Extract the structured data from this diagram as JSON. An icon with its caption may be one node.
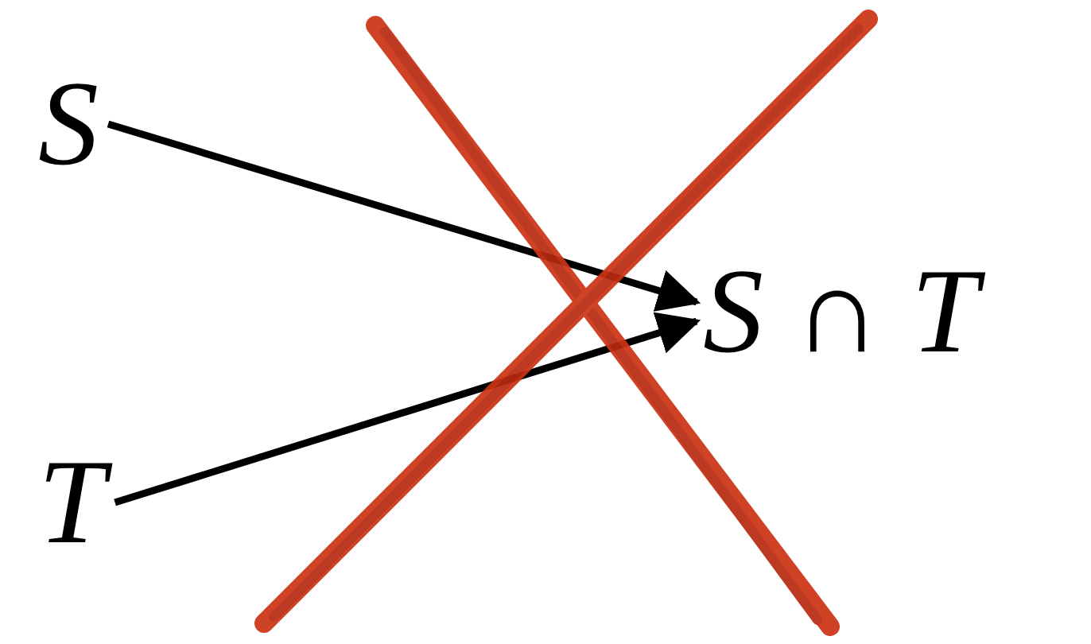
{
  "diagram": {
    "nodes": [
      {
        "text": [
          "S"
        ]
      },
      {
        "text": [
          "T"
        ]
      },
      {
        "text": [
          "*S* ∩ *T*"
        ]
      }
    ],
    "edges": [
      {
        "from": 0,
        "to": 2,
        "arrow": "to"
      },
      {
        "from": 1,
        "to": 2,
        "arrow": "to"
      }
    ]
  }
}
